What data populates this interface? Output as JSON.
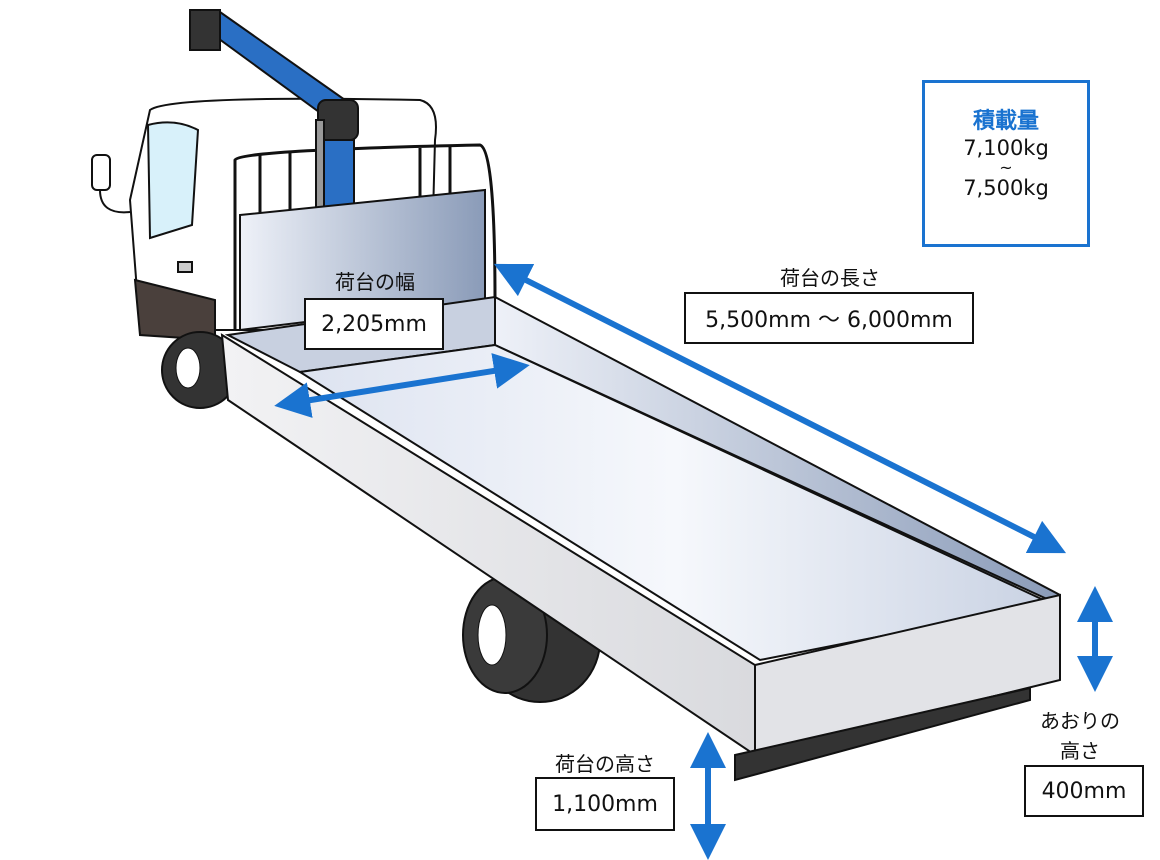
{
  "capacity": {
    "title": "積載量",
    "min": "7,100kg",
    "separator": "~",
    "max": "7,500kg"
  },
  "bed_length": {
    "label": "荷台の長さ",
    "value": "5,500mm ～ 6,000mm"
  },
  "bed_width": {
    "label": "荷台の幅",
    "value": "2,205mm"
  },
  "bed_height": {
    "label": "荷台の高さ",
    "value": "1,100mm"
  },
  "gate_height": {
    "label_line1": "あおりの",
    "label_line2": "高さ",
    "value": "400mm"
  },
  "colors": {
    "accent": "#1a73d0",
    "crane": "#2a6fc4"
  }
}
